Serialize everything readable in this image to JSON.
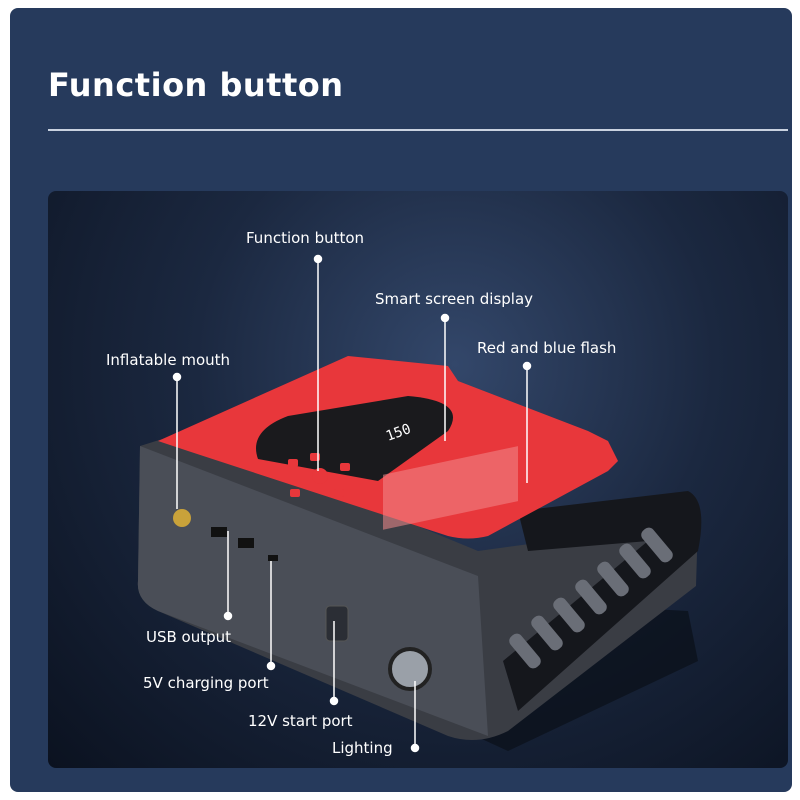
{
  "header": {
    "title": "Function button"
  },
  "callouts": {
    "function_button": "Function button",
    "smart_screen": "Smart screen display",
    "flash": "Red and blue flash",
    "inflatable": "Inflatable mouth",
    "usb": "USB output",
    "charging": "5V charging port",
    "start_port": "12V start port",
    "lighting": "Lighting"
  },
  "display_reading": "150",
  "colors": {
    "background": "#263a5c",
    "device_top": "#e8373b",
    "device_body": "#3a3d44"
  }
}
